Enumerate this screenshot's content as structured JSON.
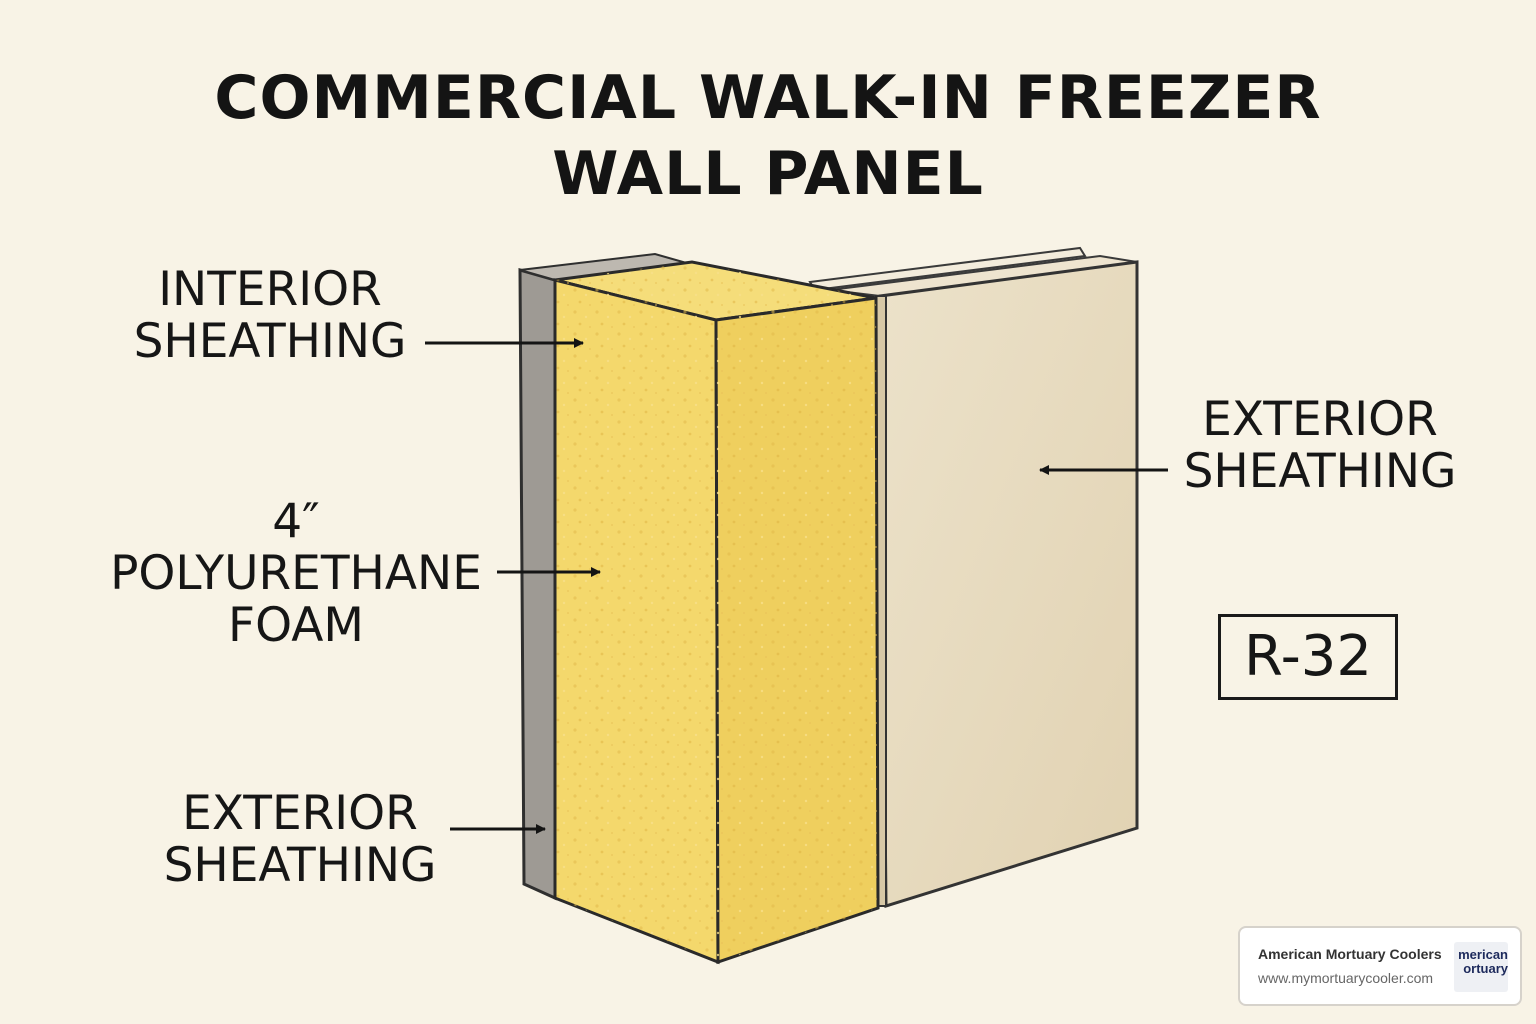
{
  "title": {
    "line1": "COMMERCIAL WALK-IN FREEZER",
    "line2": "WALL PANEL"
  },
  "labels": {
    "interior_sheathing": {
      "line1": "INTERIOR",
      "line2": "SHEATHING"
    },
    "foam": {
      "line1": "4″",
      "line2": "POLYURETHANE",
      "line3": "FOAM"
    },
    "exterior_sheathing_left": {
      "line1": "EXTERIOR",
      "line2": "SHEATHING"
    },
    "exterior_sheathing_right": {
      "line1": "EXTERIOR",
      "line2": "SHEATHING"
    }
  },
  "r_value": "R-32",
  "logo": {
    "name": "American Mortuary Coolers",
    "url": "www.mymortuarycooler.com",
    "mark_line1": "merican",
    "mark_line2": "ortuary"
  },
  "colors": {
    "background": "#f8f3e6",
    "foam": "#f2d46a",
    "interior_sheathing": "#9e9a94",
    "exterior_sheathing": "#e6d9bd",
    "ink": "#141414"
  }
}
